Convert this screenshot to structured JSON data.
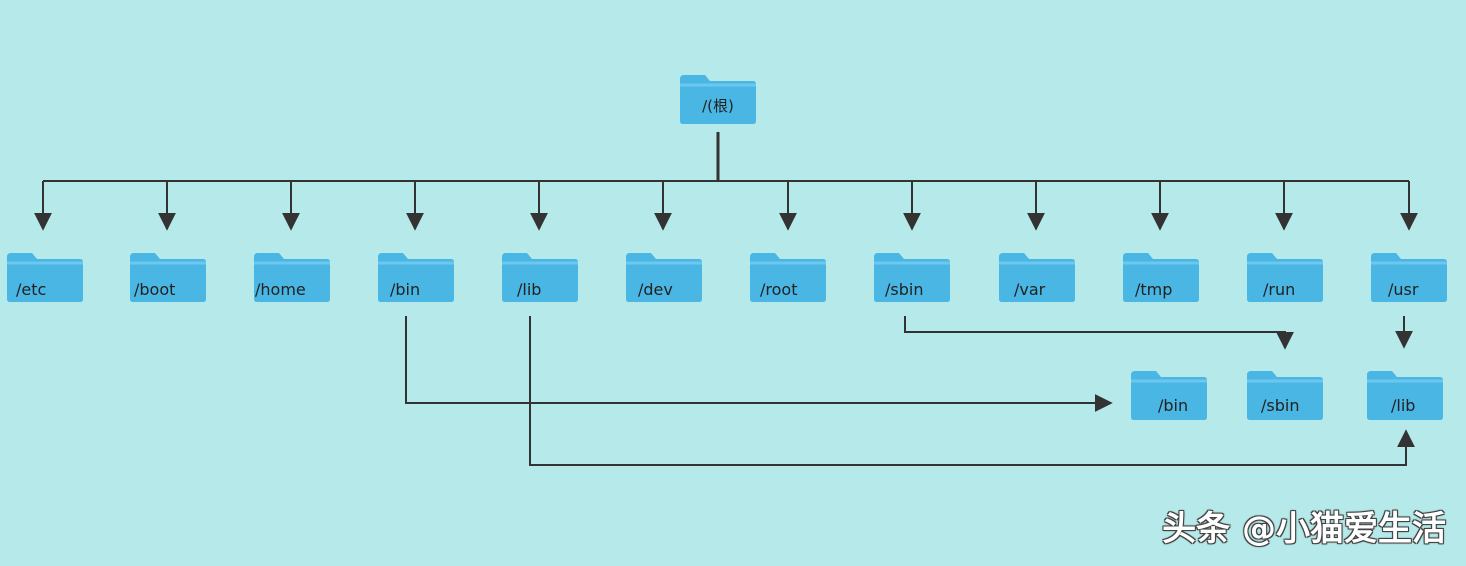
{
  "colors": {
    "background": "#b6eaea",
    "folder_body": "#4ab6e4",
    "folder_tab": "#6cc8ef",
    "connector": "#333333"
  },
  "icons": {
    "folder": "folder-icon",
    "arrow": "arrow-head-icon"
  },
  "root": {
    "label": "/(根)"
  },
  "top_level_dirs": [
    {
      "label": "/etc"
    },
    {
      "label": "/boot"
    },
    {
      "label": "/home"
    },
    {
      "label": "/bin"
    },
    {
      "label": "/lib"
    },
    {
      "label": "/dev"
    },
    {
      "label": "/root"
    },
    {
      "label": "/sbin"
    },
    {
      "label": "/var"
    },
    {
      "label": "/tmp"
    },
    {
      "label": "/run"
    },
    {
      "label": "/usr"
    }
  ],
  "usr_subdirs": [
    {
      "label": "/bin"
    },
    {
      "label": "/sbin"
    },
    {
      "label": "/lib"
    }
  ],
  "watermark": "头条 @小猫爱生活"
}
